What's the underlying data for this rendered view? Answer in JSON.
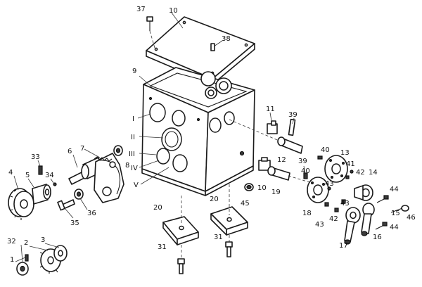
{
  "diagram": {
    "ink_color": "#1a1a1a",
    "callouts": [
      {
        "id": "c37",
        "text": "37"
      },
      {
        "id": "c10a",
        "text": "10"
      },
      {
        "id": "c38",
        "text": "38"
      },
      {
        "id": "c9",
        "text": "9"
      },
      {
        "id": "cI",
        "text": "I"
      },
      {
        "id": "cII",
        "text": "II"
      },
      {
        "id": "cIII",
        "text": "III"
      },
      {
        "id": "cIV",
        "text": "IV"
      },
      {
        "id": "cV",
        "text": "V"
      },
      {
        "id": "c11",
        "text": "11"
      },
      {
        "id": "c39a",
        "text": "39"
      },
      {
        "id": "c12",
        "text": "12"
      },
      {
        "id": "c39b",
        "text": "39"
      },
      {
        "id": "c40a",
        "text": "40"
      },
      {
        "id": "c13",
        "text": "13"
      },
      {
        "id": "c41",
        "text": "41"
      },
      {
        "id": "c42a",
        "text": "42"
      },
      {
        "id": "c40b",
        "text": "40"
      },
      {
        "id": "c14",
        "text": "14"
      },
      {
        "id": "c43a",
        "text": "43"
      },
      {
        "id": "c19",
        "text": "19"
      },
      {
        "id": "c10b",
        "text": "10"
      },
      {
        "id": "c45",
        "text": "45"
      },
      {
        "id": "c18",
        "text": "18"
      },
      {
        "id": "c43b",
        "text": "43"
      },
      {
        "id": "c42b",
        "text": "42"
      },
      {
        "id": "c43c",
        "text": "43"
      },
      {
        "id": "c44a",
        "text": "44"
      },
      {
        "id": "c15",
        "text": "15"
      },
      {
        "id": "c46",
        "text": "46"
      },
      {
        "id": "c44b",
        "text": "44"
      },
      {
        "id": "c16",
        "text": "16"
      },
      {
        "id": "c17",
        "text": "17"
      },
      {
        "id": "c33",
        "text": "33"
      },
      {
        "id": "c6",
        "text": "6"
      },
      {
        "id": "c7",
        "text": "7"
      },
      {
        "id": "c8",
        "text": "8"
      },
      {
        "id": "c4",
        "text": "4"
      },
      {
        "id": "c5",
        "text": "5"
      },
      {
        "id": "c34",
        "text": "34"
      },
      {
        "id": "c35",
        "text": "35"
      },
      {
        "id": "c36",
        "text": "36"
      },
      {
        "id": "c20a",
        "text": "20"
      },
      {
        "id": "c20b",
        "text": "20"
      },
      {
        "id": "c31a",
        "text": "31"
      },
      {
        "id": "c31b",
        "text": "31"
      },
      {
        "id": "c32",
        "text": "32"
      },
      {
        "id": "c2",
        "text": "2"
      },
      {
        "id": "c3",
        "text": "3"
      },
      {
        "id": "c1",
        "text": "1"
      }
    ]
  }
}
